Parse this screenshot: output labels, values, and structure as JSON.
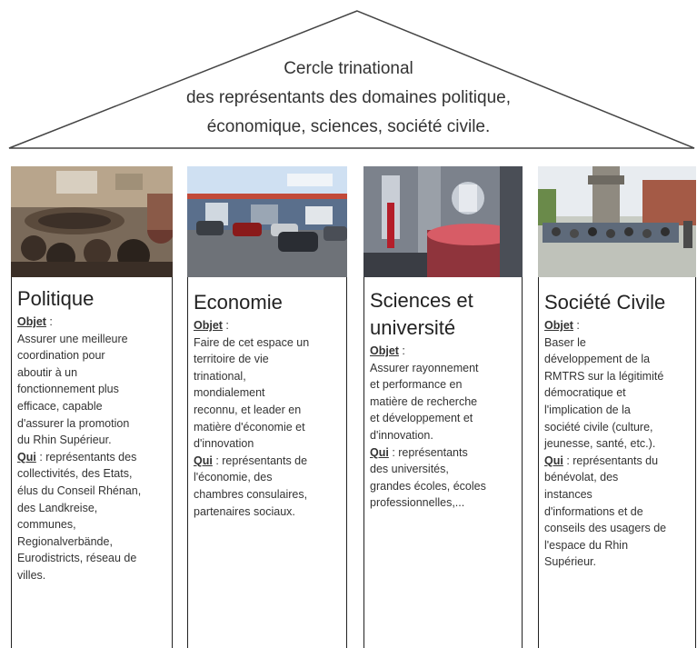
{
  "roof": {
    "lines": [
      "Cercle trinational",
      "des représentants  des domaines politique,",
      "économique, sciences, société civile."
    ]
  },
  "pillars": [
    {
      "photo": "meeting-photo",
      "title_lines": [
        "Politique"
      ],
      "objet_label": "Objet",
      "objet_sep": " :",
      "objet_lines": [
        "Assurer une meilleure",
        "coordination pour",
        "aboutir à un",
        "fonctionnement  plus",
        "efficace, capable",
        "d'assurer la promotion",
        "du Rhin Supérieur."
      ],
      "qui_label": "Qui",
      "qui_lines": [
        " : représentants des",
        "collectivités, des Etats,",
        "élus du Conseil Rhénan,",
        "des Landkreise,",
        "communes,",
        "Regionalverbände,",
        "Eurodistricts,  réseau de",
        "villes."
      ]
    },
    {
      "photo": "industrial-park-photo",
      "title_lines": [
        "Economie"
      ],
      "objet_label": "Objet",
      "objet_sep": " :",
      "objet_lines": [
        "Faire de cet espace un",
        "territoire de vie",
        "trinational,",
        "mondialement",
        "reconnu, et leader en",
        "matière d'économie et",
        "d'innovation"
      ],
      "qui_label": "Qui",
      "qui_lines": [
        " : représentants de",
        "l'économie,  des",
        "chambres consulaires,",
        "partenaires sociaux."
      ]
    },
    {
      "photo": "laboratory-photo",
      "title_lines": [
        "Sciences et",
        "université"
      ],
      "objet_label": "Objet",
      "objet_sep": " :",
      "objet_lines": [
        "Assurer rayonnement",
        "et performance en",
        "matière de recherche",
        "et développement et",
        "d'innovation."
      ],
      "qui_label": "Qui",
      "qui_lines": [
        " : représentants",
        "des universités,",
        "grandes écoles, écoles",
        "professionnelles,..."
      ]
    },
    {
      "photo": "town-square-photo",
      "title_lines": [
        "Société Civile"
      ],
      "objet_label": "Objet",
      "objet_sep": " :",
      "objet_lines": [
        "Baser le",
        "développement  de la",
        "RMTRS sur la légitimité",
        "démocratique et",
        "l'implication de la",
        "société civile (culture,",
        "jeunesse,  santé, etc.).",
        ""
      ],
      "qui_label": "Qui",
      "qui_lines": [
        " : représentants du",
        "bénévolat,  des",
        "instances",
        "d'informations et de",
        "conseils des usagers de",
        "l'espace du Rhin",
        "Supérieur."
      ]
    }
  ]
}
